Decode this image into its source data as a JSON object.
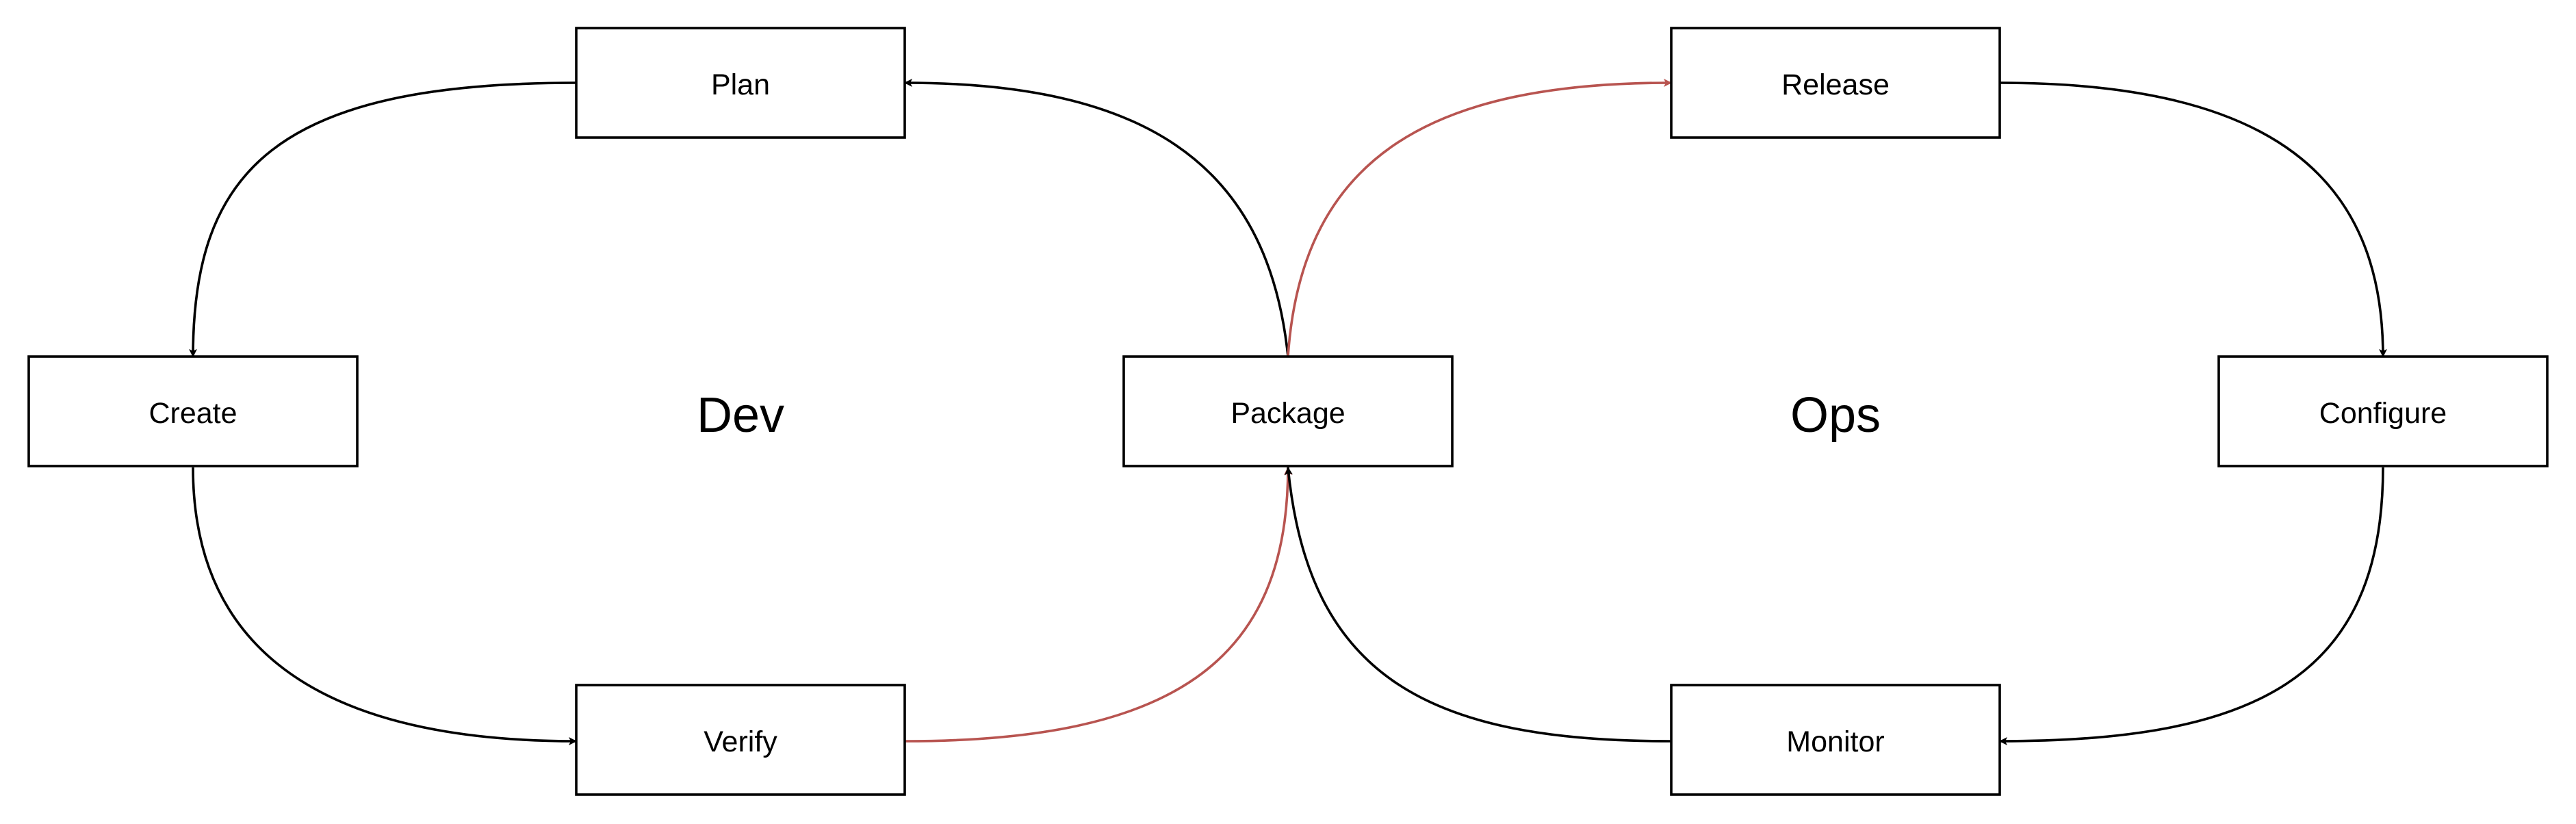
{
  "diagram": {
    "groups": {
      "dev": "Dev",
      "ops": "Ops"
    },
    "nodes": {
      "plan": "Plan",
      "create": "Create",
      "verify": "Verify",
      "package": "Package",
      "release": "Release",
      "configure": "Configure",
      "monitor": "Monitor"
    },
    "colors": {
      "edge_default": "#000000",
      "edge_highlight": "#b85450"
    }
  }
}
